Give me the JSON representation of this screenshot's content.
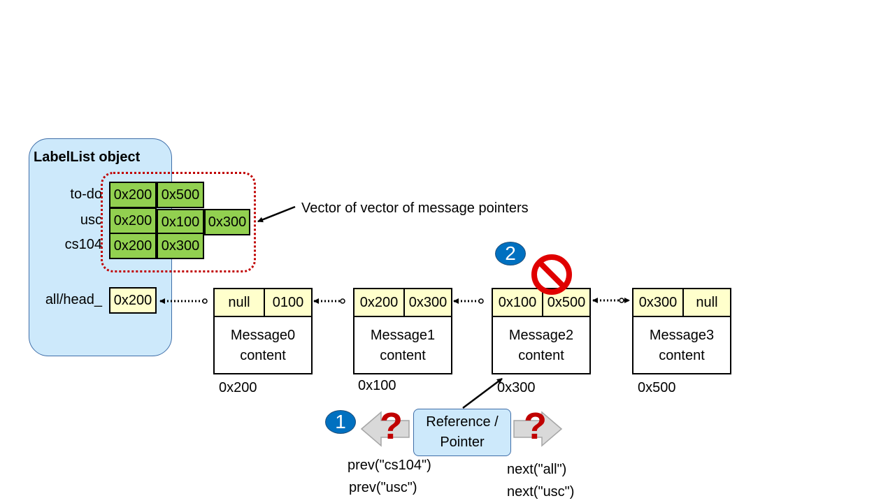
{
  "labellist": {
    "title": "LabelList object",
    "rows": [
      {
        "label": "to-do",
        "cells": [
          "0x200",
          "0x500"
        ]
      },
      {
        "label": "usc",
        "cells": [
          "0x200",
          "0x100",
          "0x300"
        ]
      },
      {
        "label": "cs104",
        "cells": [
          "0x200",
          "0x300"
        ]
      }
    ],
    "head_label": "all/head_",
    "head_value": "0x200"
  },
  "annotation": "Vector of vector of message pointers",
  "nodes": [
    {
      "prev": "null",
      "next": "0100",
      "line1": "Message0",
      "line2": "content",
      "addr": "0x200"
    },
    {
      "prev": "0x200",
      "next": "0x300",
      "line1": "Message1",
      "line2": "content",
      "addr": "0x100"
    },
    {
      "prev": "0x100",
      "next": "0x500",
      "line1": "Message2",
      "line2": "content",
      "addr": "0x300"
    },
    {
      "prev": "0x300",
      "next": "null",
      "line1": "Message3",
      "line2": "content",
      "addr": "0x500"
    }
  ],
  "badges": {
    "one": "1",
    "two": "2"
  },
  "reference": {
    "line1": "Reference /",
    "line2": "Pointer"
  },
  "prev_calls": [
    "prev(\"cs104\")",
    "prev(\"usc\")"
  ],
  "next_calls": [
    "next(\"all\")",
    "next(\"usc\")"
  ],
  "question_mark": "?",
  "colors": {
    "panel": "#cde9fb",
    "cell_green": "#92d050",
    "cell_yellow": "#ffffcc",
    "badge": "#0070c0",
    "prohibit": "#e00000",
    "dotted_frame": "#c00000",
    "question": "#c00000"
  },
  "icons": [
    "prohibited-icon",
    "left-arrow-icon",
    "right-arrow-icon"
  ]
}
